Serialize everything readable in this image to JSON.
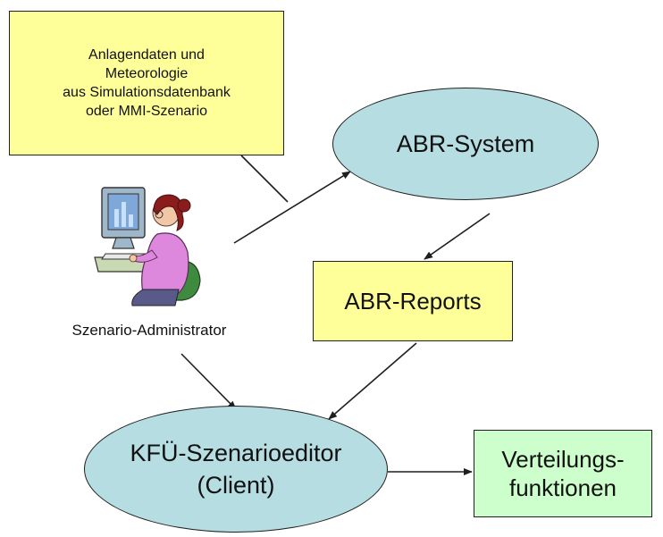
{
  "nodes": {
    "sources": {
      "lines": [
        "Anlagendaten und",
        "Meteorologie",
        "aus Simulationsdatenbank",
        "oder MMI-Szenario"
      ]
    },
    "abr_system": {
      "label": "ABR-System"
    },
    "abr_reports": {
      "label": "ABR-Reports"
    },
    "editor": {
      "lines": [
        "KFÜ-Szenarioeditor",
        "(Client)"
      ]
    },
    "verteilung": {
      "lines": [
        "Verteilungs-",
        "funktionen"
      ]
    }
  },
  "actor": {
    "label": "Szenario-Administrator",
    "icon": "person-at-computer-icon"
  },
  "colors": {
    "yellow_box": "#ffff99",
    "ellipse": "#b6dde2",
    "green_box": "#ccffcc",
    "line": "#1f1f1f",
    "figure_hair": "#8b1c1c",
    "figure_shirt": "#dd88dd",
    "monitor": "#7fa8d8",
    "chair": "#3e8a3e"
  }
}
